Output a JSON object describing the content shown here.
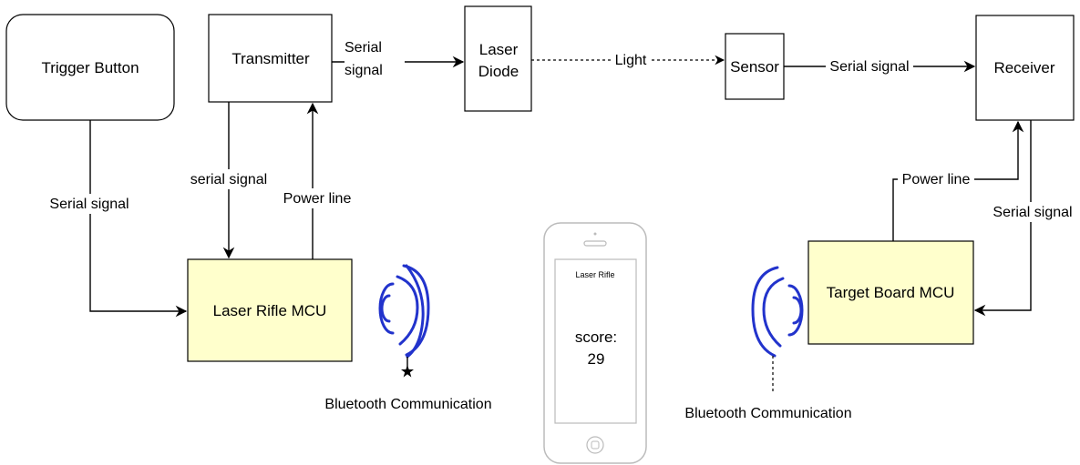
{
  "nodes": {
    "trigger_button": "Trigger Button",
    "transmitter": "Transmitter",
    "laser_diode": [
      "Laser",
      "Diode"
    ],
    "sensor": "Sensor",
    "receiver": "Receiver",
    "laser_rifle_mcu": "Laser Rifle MCU",
    "target_board_mcu": "Target Board MCU"
  },
  "edges": {
    "transmitter_to_diode": [
      "Serial",
      "signal"
    ],
    "diode_to_sensor": "Light",
    "sensor_to_receiver": "Serial signal",
    "trigger_to_rifle": "Serial signal",
    "transmitter_to_rifle": "serial signal",
    "rifle_to_transmitter": "Power line",
    "target_to_receiver": "Power line",
    "receiver_to_target": "Serial signal"
  },
  "bluetooth": {
    "left_label": "Bluetooth Communication",
    "right_label": "Bluetooth Communication",
    "icon": "bluetooth-wave-icon",
    "color": "#2233cc"
  },
  "phone": {
    "app_title": "Laser Rifle",
    "score_label": "score:",
    "score_value": "29"
  },
  "colors": {
    "mcu_fill": "#ffffcc"
  }
}
